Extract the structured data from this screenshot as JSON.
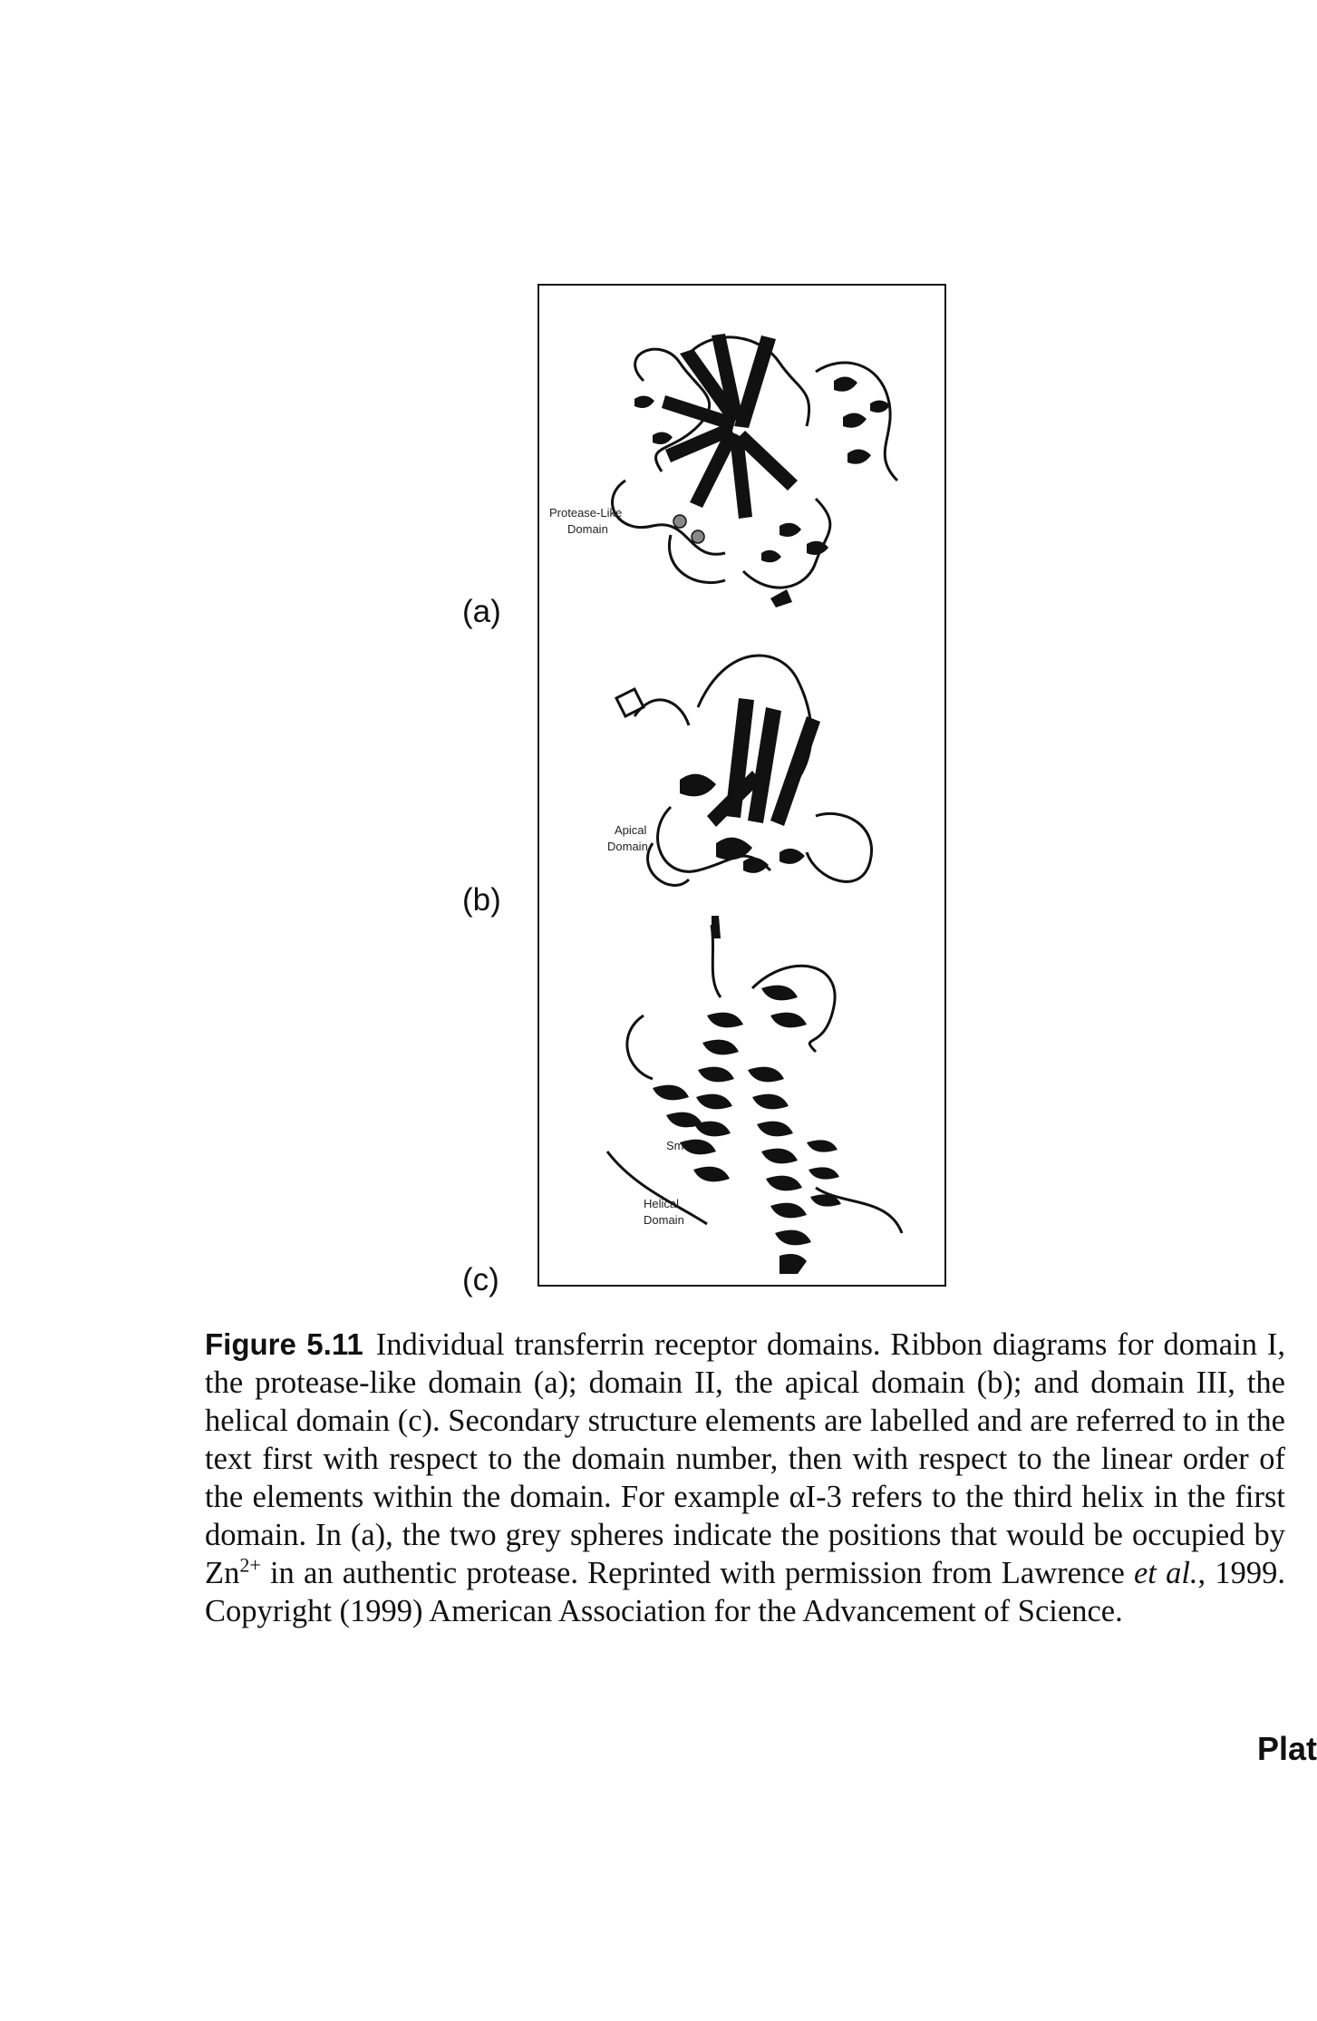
{
  "figure": {
    "panels": [
      {
        "label": "(a)",
        "annotations": [
          "Protease-Like",
          "Domain"
        ]
      },
      {
        "label": "(b)",
        "annotations": [
          "Apical",
          "Domain"
        ]
      },
      {
        "label": "(c)",
        "annotations": [
          "Sm",
          "Helical",
          "Domain"
        ]
      }
    ]
  },
  "caption": {
    "figure_number": "Figure 5.11",
    "text_before_sup": "Individual transferrin receptor domains. Ribbon diagrams for domain I, the protease-like domain (a); domain II, the apical domain (b); and domain III, the helical domain (c). Secondary structure elements are labelled and are referred to in the text first with respect to the domain number, then with respect to the linear order of the elements within the domain. For example αI-3 refers to the third helix in the first domain. In (a), the two grey spheres indicate the positions that would be occupied by Zn",
    "superscript": "2+",
    "text_after_sup": " in an authentic protease. Reprinted with permission from Lawrence ",
    "italic": "et al.",
    "text_end": ", 1999. Copyright (1999) American Association for the Advancement of Science."
  },
  "running_head": "Plat"
}
